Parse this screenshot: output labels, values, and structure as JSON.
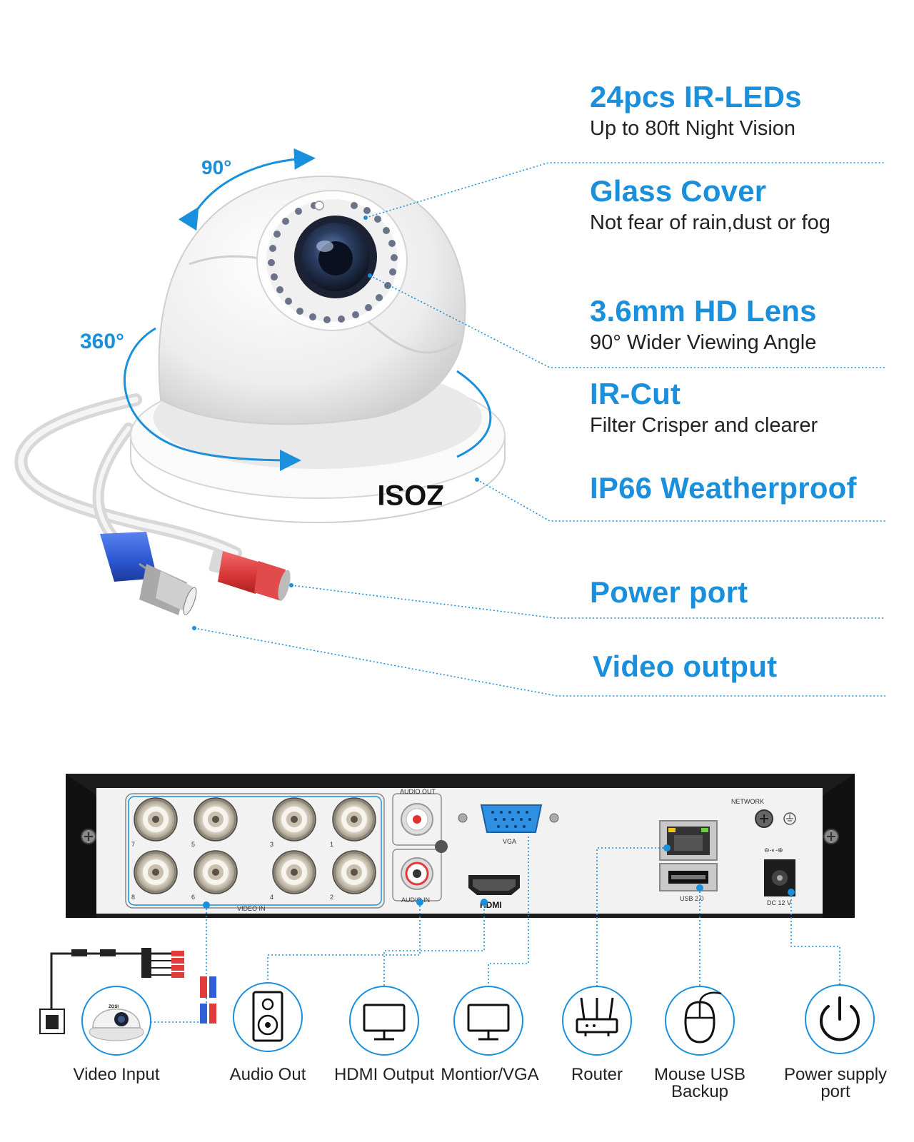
{
  "camera": {
    "brand": "ZOSI",
    "rotation_tilt": "90°",
    "rotation_pan": "360°"
  },
  "features": [
    {
      "title": "24pcs IR-LEDs",
      "subtitle": "Up to 80ft Night Vision"
    },
    {
      "title": "Glass Cover",
      "subtitle": "Not fear of rain,dust or fog"
    },
    {
      "title": "3.6mm HD Lens",
      "subtitle": "90° Wider Viewing Angle"
    },
    {
      "title": "IR-Cut",
      "subtitle": "Filter Crisper and clearer"
    },
    {
      "title": "IP66 Weatherproof",
      "subtitle": ""
    },
    {
      "title": "Power port",
      "subtitle": ""
    },
    {
      "title": "Video output",
      "subtitle": ""
    }
  ],
  "dvr": {
    "audio_out": "AUDIO OUT",
    "audio_in": "AUDIO IN",
    "video_in": "VIDEO IN",
    "vga": "VGA",
    "hdmi": "HDMI",
    "network": "NETWORK",
    "usb": "USB 2.0",
    "dc": "DC 12 V",
    "channels": [
      "7",
      "5",
      "3",
      "1",
      "8",
      "6",
      "4",
      "2"
    ]
  },
  "connections": [
    {
      "label": "Video Input",
      "icon": "camera-icon"
    },
    {
      "label": "Audio Out",
      "icon": "speaker-icon"
    },
    {
      "label": "HDMI Output",
      "icon": "monitor-icon"
    },
    {
      "label": "Montior/VGA",
      "icon": "monitor-icon"
    },
    {
      "label": "Router",
      "icon": "router-icon"
    },
    {
      "label": "Mouse USB Backup",
      "icon": "mouse-icon"
    },
    {
      "label": "Power supply port",
      "icon": "power-icon"
    }
  ],
  "colors": {
    "accent": "#1a8fdc",
    "text": "#222222",
    "dvr_frame": "#1c1c1c",
    "dvr_panel": "#f2f2f2",
    "bnc_red": "#e23b3b",
    "bnc_blue": "#2e5fd6"
  }
}
